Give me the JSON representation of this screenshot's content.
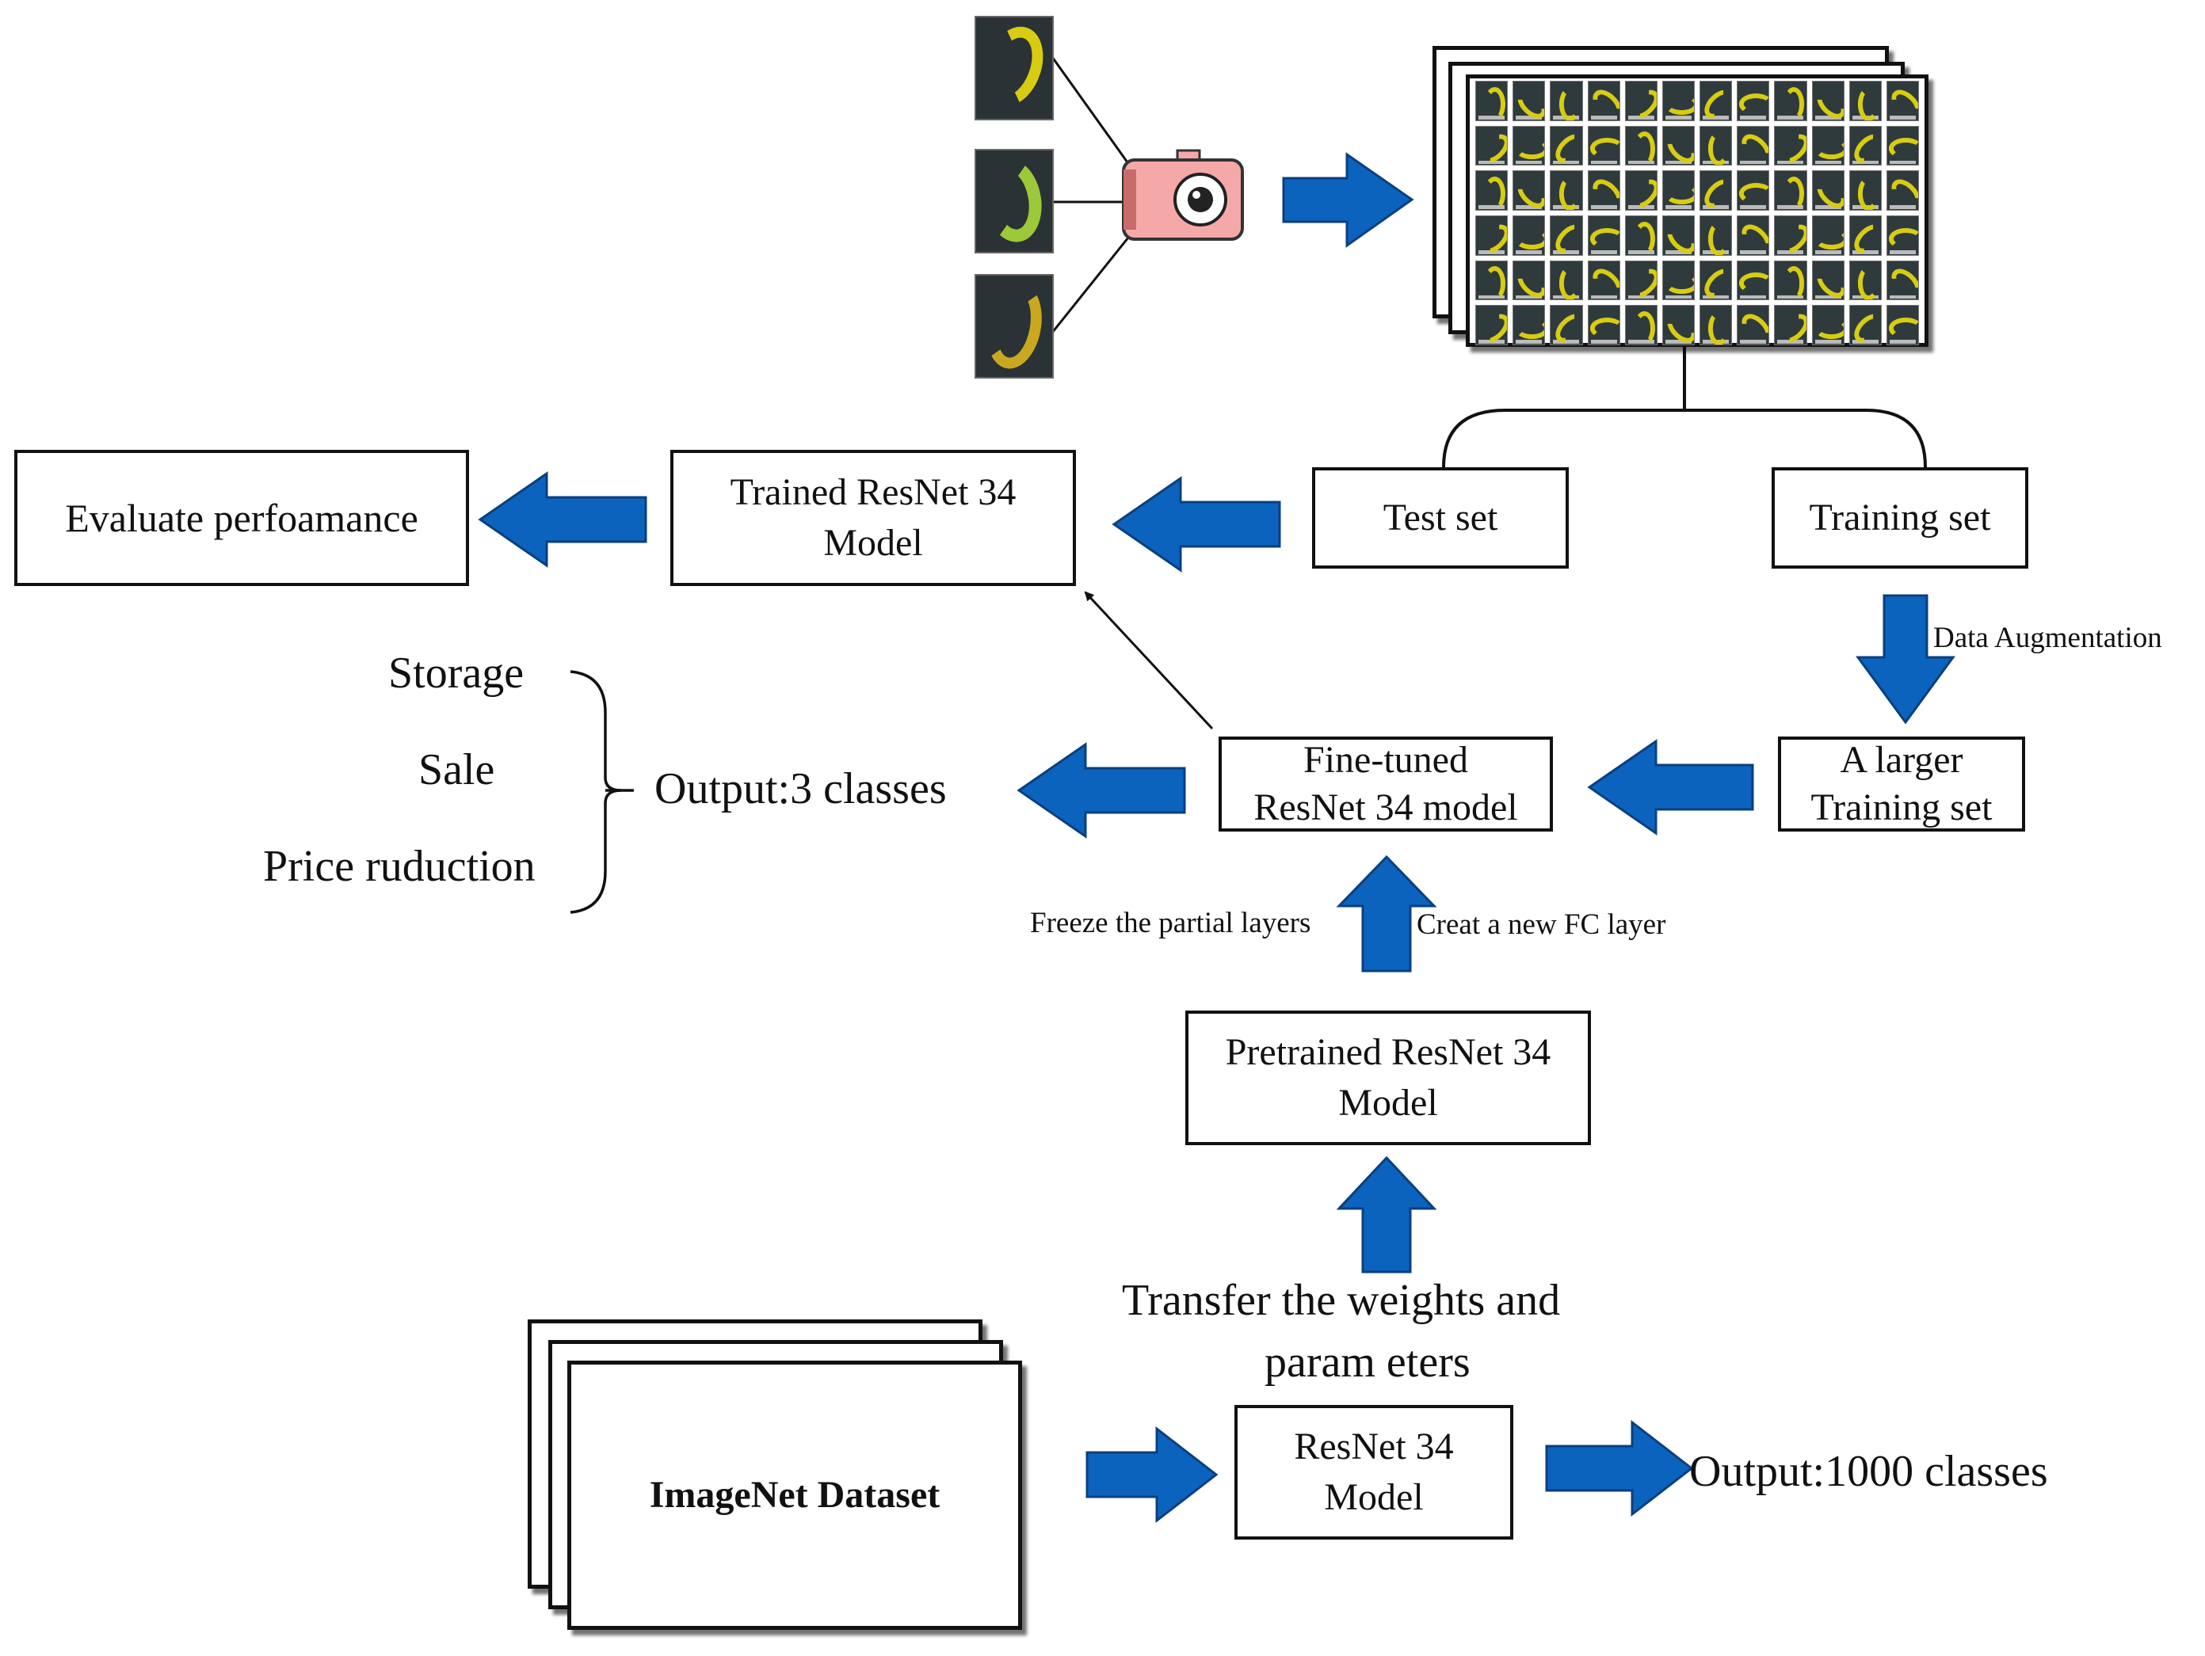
{
  "boxes": {
    "evaluate": "Evaluate perfoamance",
    "trained_line1": "Trained ResNet 34",
    "trained_line2": "Model",
    "test_set": "Test set",
    "training_set": "Training set",
    "fine_tuned_line1": "Fine-tuned",
    "fine_tuned_line2": "ResNet 34 model",
    "larger_line1": "A larger",
    "larger_line2": "Training set",
    "pretrained_line1": "Pretrained ResNet 34",
    "pretrained_line2": "Model",
    "resnet_line1": "ResNet 34",
    "resnet_line2": "Model",
    "imagenet": "ImageNet Dataset"
  },
  "labels": {
    "storage": "Storage",
    "sale": "Sale",
    "price_reduction": "Price ruduction",
    "output3": "Output:3 classes",
    "output1000": "Output:1000 classes",
    "transfer_line1": "Transfer the weights and",
    "transfer_line2": "param eters",
    "data_augmentation": "Data Augmentation",
    "freeze": "Freeze the partial layers",
    "create_fc": "Creat a new FC layer"
  },
  "colors": {
    "arrow_fill": "#0b63bd",
    "arrow_stroke": "#0a3f80",
    "camera_body": "#f4a9a8",
    "banana_yellow": "#d8cc12",
    "banana_green": "#9cc83a"
  },
  "icons": {
    "camera": "camera-icon",
    "banana_photos": "banana-photo-icon"
  }
}
